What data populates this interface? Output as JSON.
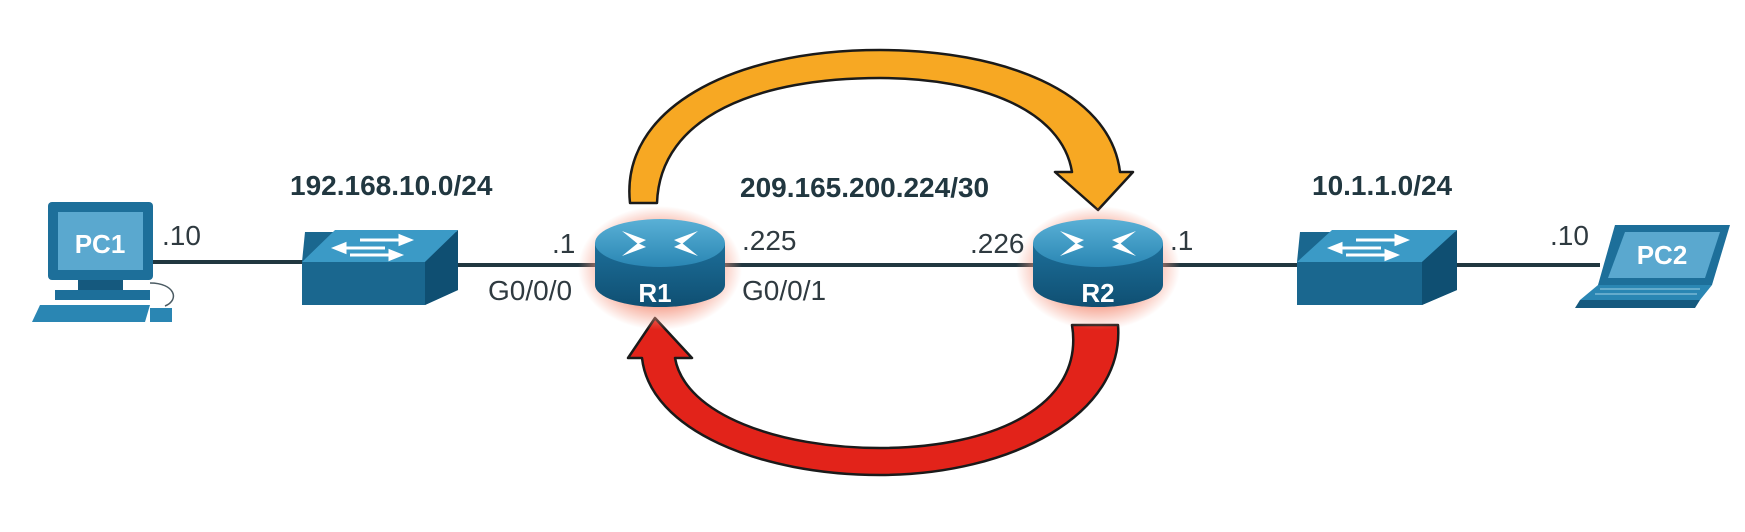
{
  "networks": {
    "left": "192.168.10.0/24",
    "middle": "209.165.200.224/30",
    "right": "10.1.1.0/24"
  },
  "devices": {
    "pc1": "PC1",
    "pc2": "PC2",
    "r1": "R1",
    "r2": "R2"
  },
  "addresses": {
    "pc1": ".10",
    "r1_g000": ".1",
    "r1_g001": ".225",
    "r2_wan": ".226",
    "r2_lan": ".1",
    "pc2": ".10"
  },
  "interfaces": {
    "r1_lan": "G0/0/0",
    "r1_wan": "G0/0/1"
  },
  "colors": {
    "device_blue": "#1d6f9a",
    "link": "#213740",
    "arrow_top": "#f7a823",
    "arrow_bottom": "#e2231a",
    "router_glow": "#f59b86"
  }
}
